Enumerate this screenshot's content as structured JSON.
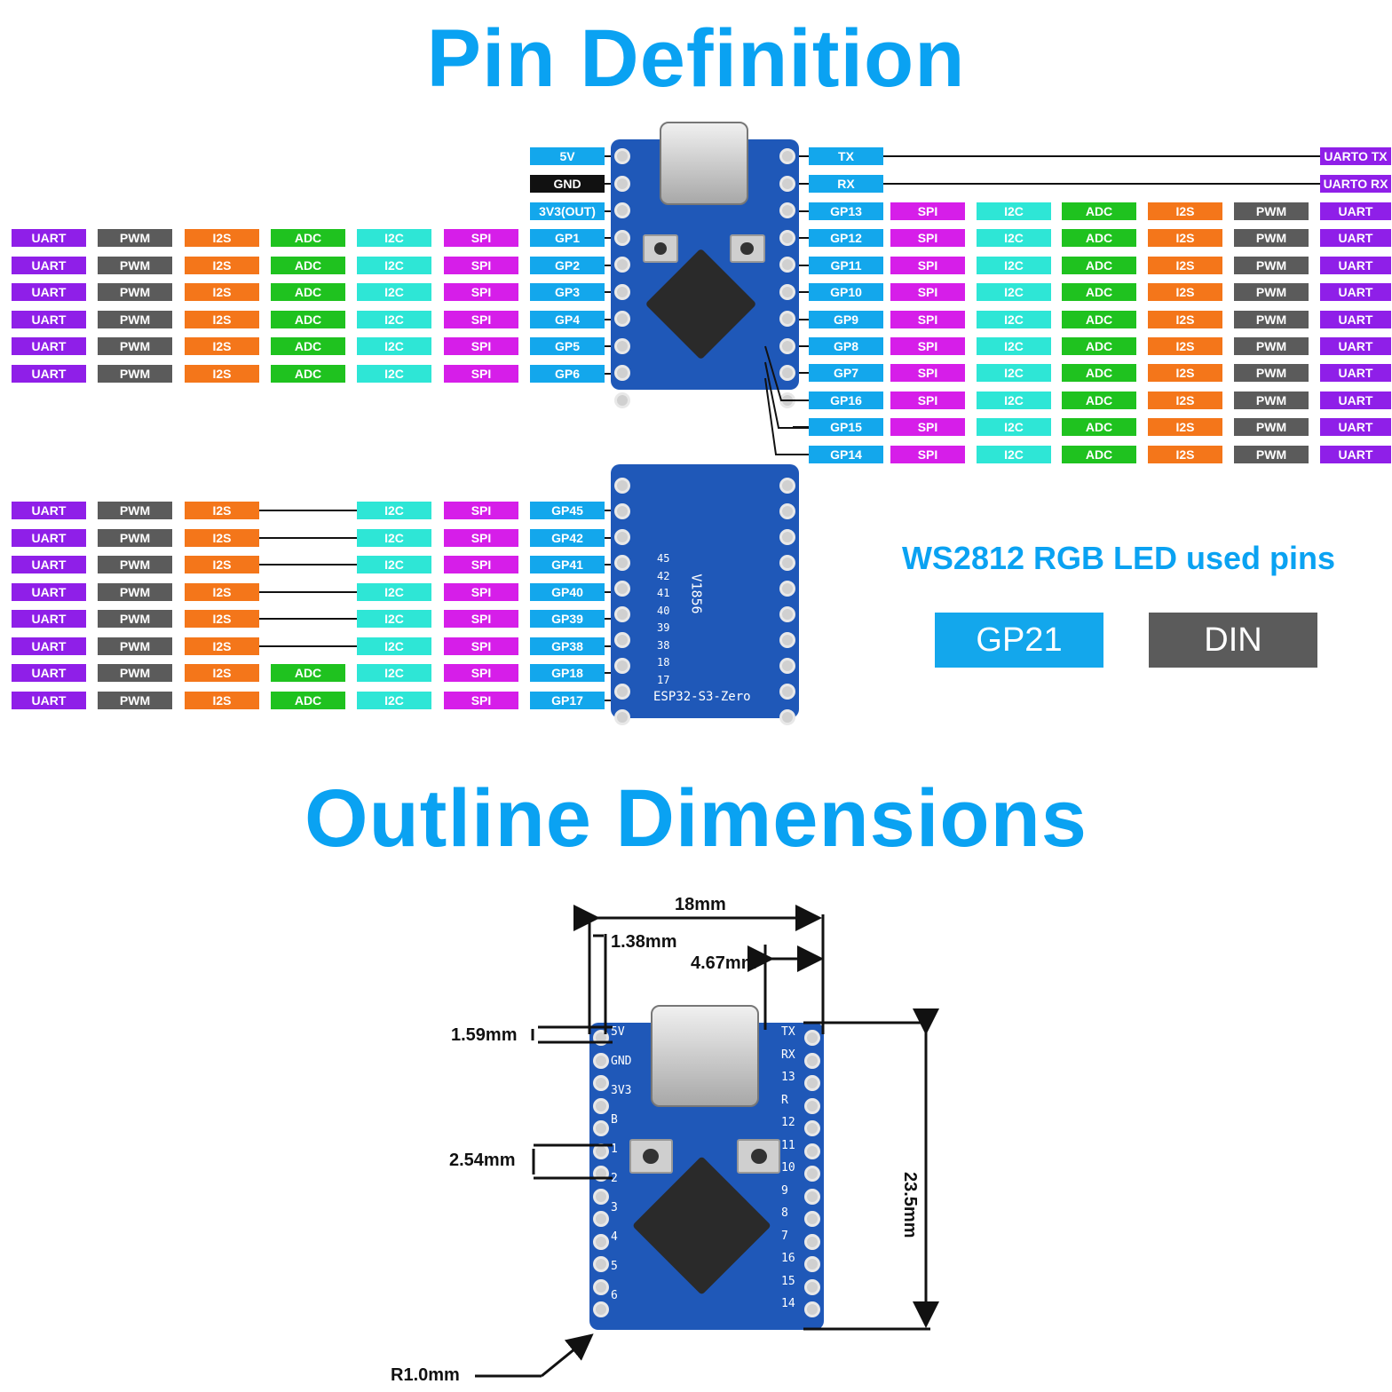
{
  "titles": {
    "pin": "Pin Definition",
    "outline": "Outline Dimensions"
  },
  "colors": {
    "title": "#0aa2f2",
    "uart": "#8f1fe8",
    "pwm": "#5b5b5b",
    "i2s": "#f4761a",
    "adc": "#1fc21f",
    "i2c": "#2ee6d6",
    "spi": "#d61ee9",
    "gp": "#13a7ec",
    "gnd": "#111111",
    "board": "#1f58b8"
  },
  "top_left_pins": [
    {
      "gp": "GP1",
      "funcs": [
        "UART",
        "PWM",
        "I2S",
        "ADC",
        "I2C",
        "SPI"
      ]
    },
    {
      "gp": "GP2",
      "funcs": [
        "UART",
        "PWM",
        "I2S",
        "ADC",
        "I2C",
        "SPI"
      ]
    },
    {
      "gp": "GP3",
      "funcs": [
        "UART",
        "PWM",
        "I2S",
        "ADC",
        "I2C",
        "SPI"
      ]
    },
    {
      "gp": "GP4",
      "funcs": [
        "UART",
        "PWM",
        "I2S",
        "ADC",
        "I2C",
        "SPI"
      ]
    },
    {
      "gp": "GP5",
      "funcs": [
        "UART",
        "PWM",
        "I2S",
        "ADC",
        "I2C",
        "SPI"
      ]
    },
    {
      "gp": "GP6",
      "funcs": [
        "UART",
        "PWM",
        "I2S",
        "ADC",
        "I2C",
        "SPI"
      ]
    }
  ],
  "power_pins": [
    "5V",
    "GND",
    "3V3(OUT)"
  ],
  "uart_pins": [
    {
      "pin": "TX",
      "func": "UARTO TX"
    },
    {
      "pin": "RX",
      "func": "UARTO RX"
    }
  ],
  "right_pins": [
    {
      "gp": "GP13",
      "funcs": [
        "SPI",
        "I2C",
        "ADC",
        "I2S",
        "PWM",
        "UART"
      ]
    },
    {
      "gp": "GP12",
      "funcs": [
        "SPI",
        "I2C",
        "ADC",
        "I2S",
        "PWM",
        "UART"
      ]
    },
    {
      "gp": "GP11",
      "funcs": [
        "SPI",
        "I2C",
        "ADC",
        "I2S",
        "PWM",
        "UART"
      ]
    },
    {
      "gp": "GP10",
      "funcs": [
        "SPI",
        "I2C",
        "ADC",
        "I2S",
        "PWM",
        "UART"
      ]
    },
    {
      "gp": "GP9",
      "funcs": [
        "SPI",
        "I2C",
        "ADC",
        "I2S",
        "PWM",
        "UART"
      ]
    },
    {
      "gp": "GP8",
      "funcs": [
        "SPI",
        "I2C",
        "ADC",
        "I2S",
        "PWM",
        "UART"
      ]
    },
    {
      "gp": "GP7",
      "funcs": [
        "SPI",
        "I2C",
        "ADC",
        "I2S",
        "PWM",
        "UART"
      ]
    },
    {
      "gp": "GP16",
      "funcs": [
        "SPI",
        "I2C",
        "ADC",
        "I2S",
        "PWM",
        "UART"
      ]
    },
    {
      "gp": "GP15",
      "funcs": [
        "SPI",
        "I2C",
        "ADC",
        "I2S",
        "PWM",
        "UART"
      ]
    },
    {
      "gp": "GP14",
      "funcs": [
        "SPI",
        "I2C",
        "ADC",
        "I2S",
        "PWM",
        "UART"
      ]
    }
  ],
  "bottom_left_pins": [
    {
      "gp": "GP45",
      "funcs": [
        "UART",
        "PWM",
        "I2S",
        "",
        "I2C",
        "SPI"
      ]
    },
    {
      "gp": "GP42",
      "funcs": [
        "UART",
        "PWM",
        "I2S",
        "",
        "I2C",
        "SPI"
      ]
    },
    {
      "gp": "GP41",
      "funcs": [
        "UART",
        "PWM",
        "I2S",
        "",
        "I2C",
        "SPI"
      ]
    },
    {
      "gp": "GP40",
      "funcs": [
        "UART",
        "PWM",
        "I2S",
        "",
        "I2C",
        "SPI"
      ]
    },
    {
      "gp": "GP39",
      "funcs": [
        "UART",
        "PWM",
        "I2S",
        "",
        "I2C",
        "SPI"
      ]
    },
    {
      "gp": "GP38",
      "funcs": [
        "UART",
        "PWM",
        "I2S",
        "",
        "I2C",
        "SPI"
      ]
    },
    {
      "gp": "GP18",
      "funcs": [
        "UART",
        "PWM",
        "I2S",
        "ADC",
        "I2C",
        "SPI"
      ]
    },
    {
      "gp": "GP17",
      "funcs": [
        "UART",
        "PWM",
        "I2S",
        "ADC",
        "I2C",
        "SPI"
      ]
    }
  ],
  "led": {
    "caption": "WS2812 RGB LED used pins",
    "gp": "GP21",
    "signal": "DIN"
  },
  "board_silk": {
    "model": "ESP32-S3-Zero",
    "version": "V1856",
    "left": [
      "5V",
      "GND",
      "3V3",
      "B",
      "1",
      "2",
      "3",
      "4",
      "5",
      "6"
    ],
    "right": [
      "TX",
      "RX",
      "13",
      "R",
      "12",
      "11",
      "10",
      "9",
      "8",
      "7",
      "16",
      "15",
      "14"
    ],
    "back": [
      "45",
      "42",
      "41",
      "40",
      "39",
      "38",
      "18",
      "17"
    ]
  },
  "dimensions": {
    "width": "18mm",
    "pin_offset": "1.38mm",
    "usb_offset": "4.67mm",
    "top_offset": "1.59mm",
    "pitch": "2.54mm",
    "height": "23.5mm",
    "radius": "R1.0mm"
  }
}
